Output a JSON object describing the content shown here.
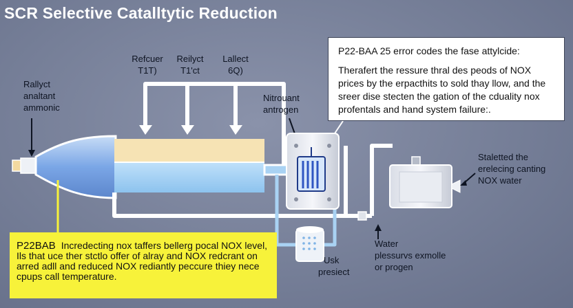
{
  "title": "SCR Selective Catalltytic Reduction",
  "labels": {
    "ammonia": [
      "Rallyct",
      "analtant",
      "ammonic"
    ],
    "reducer": {
      "name": "Refcuer",
      "value": "T1T)"
    },
    "catalyst": {
      "name": "Reilyct",
      "value": "T1'ct"
    },
    "collect": {
      "name": "Lallect",
      "value": "6Q)"
    },
    "nitrogen": [
      "Nitrouant",
      "antrogen"
    ],
    "output": [
      "Staletted the",
      "erelecing canting",
      "NOX water"
    ],
    "water": [
      "Water",
      "plessurvs exmolle",
      "or progen"
    ],
    "tank": [
      "Usk",
      "presiect"
    ]
  },
  "callout": {
    "heading": "P22-BAA 25 error codes the fase attylcide:",
    "body": "Therafert the ressure thral des peods of NOX prices by the erpacthits to sold thay llow, and the sreer dise stecten the gation of the cduality nox profentals and hand system failure:."
  },
  "yellow_box": {
    "code": "P22BAB",
    "text": "Incredecting nox taffers bellerg pocal NOX level, Ils that uce ther stctlo offer of alray and NOX redcrant on arred adll and reduced NOX rediantly peccure thiey nece cpups call temperature."
  },
  "colors": {
    "background": "#767f98",
    "pipe": "#ffffff",
    "catalyst_top": "#f6e3b4",
    "catalyst_bottom": "#a9d2f3",
    "inlet_cone": "#6f9ee0",
    "yellow_box": "#f7f23a",
    "callout_bg": "#ffffff"
  },
  "icons": [
    "down-arrow-icon",
    "nozzle-icon",
    "filter-icon",
    "tank-icon",
    "sensor-icon"
  ]
}
